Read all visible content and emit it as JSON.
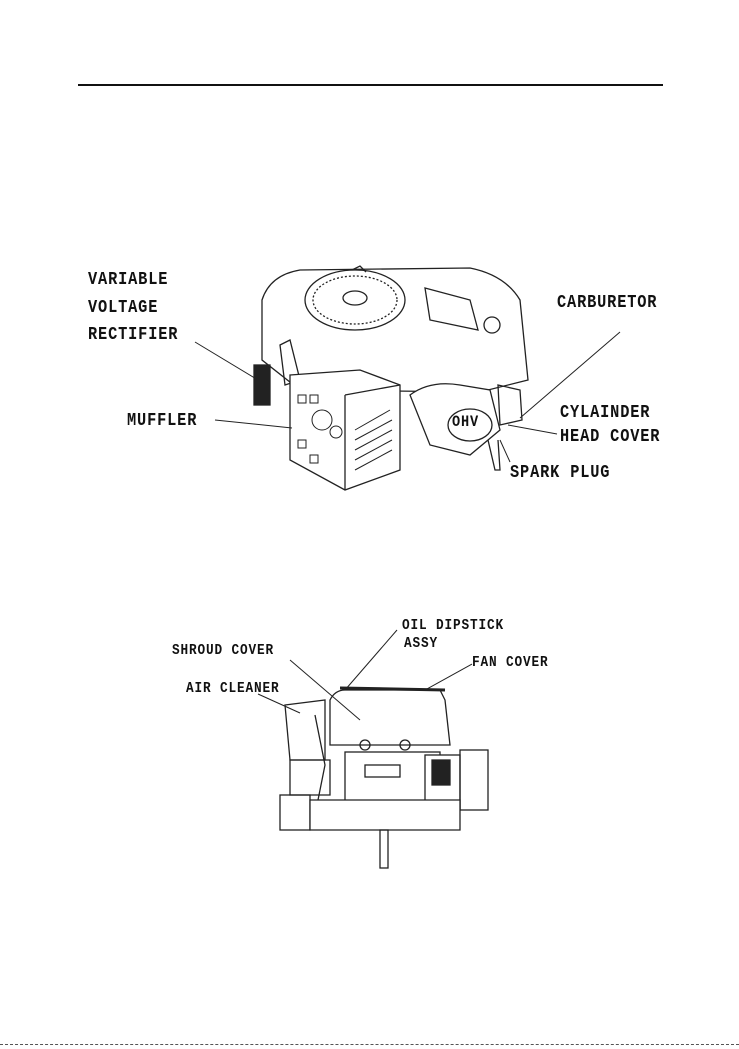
{
  "figure_top": {
    "labels": {
      "rectifier_line1": "VARIABLE",
      "rectifier_line2": "VOLTAGE",
      "rectifier_line3": "RECTIFIER",
      "muffler": "MUFFLER",
      "carburetor": "CARBURETOR",
      "cylinder_head_line1": "CYLAINDER",
      "cylinder_head_line2": "HEAD COVER",
      "spark_plug": "SPARK PLUG",
      "ohv_logo": "OHV"
    }
  },
  "figure_bottom": {
    "labels": {
      "oil_dipstick_line1": "OIL DIPSTICK",
      "oil_dipstick_line2": "ASSY",
      "shroud_cover": "SHROUD COVER",
      "fan_cover": "FAN COVER",
      "air_cleaner": "AIR CLEANER"
    }
  }
}
